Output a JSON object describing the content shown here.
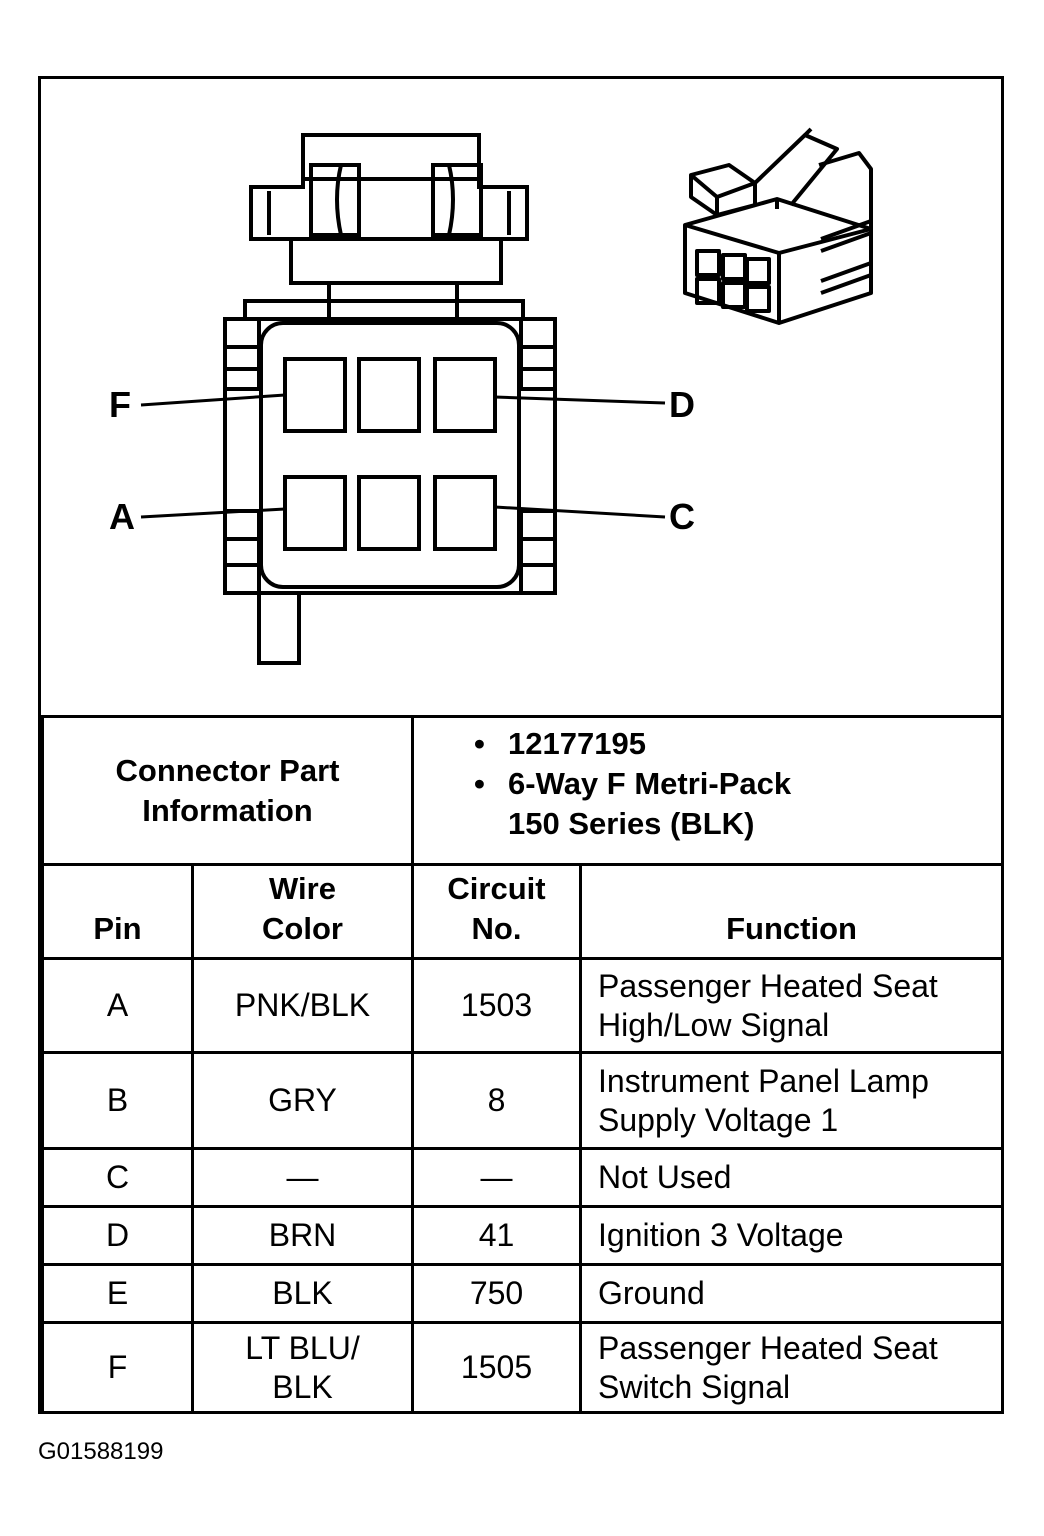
{
  "diagram": {
    "pin_callouts": {
      "F": "F",
      "D": "D",
      "A": "A",
      "C": "C"
    }
  },
  "connector_info": {
    "label_line1": "Connector Part",
    "label_line2": "Information",
    "part_number": "12177195",
    "description_line1": "6-Way F Metri-Pack",
    "description_line2": "150 Series (BLK)"
  },
  "table": {
    "headers": {
      "pin": "Pin",
      "wire_color_line1": "Wire",
      "wire_color_line2": "Color",
      "circuit_line1": "Circuit",
      "circuit_line2": "No.",
      "function": "Function"
    },
    "rows": [
      {
        "pin": "A",
        "wire_color_line1": "PNK/BLK",
        "wire_color_line2": "",
        "circuit": "1503",
        "function_line1": "Passenger Heated Seat",
        "function_line2": "High/Low Signal"
      },
      {
        "pin": "B",
        "wire_color_line1": "GRY",
        "wire_color_line2": "",
        "circuit": "8",
        "function_line1": "Instrument Panel Lamp",
        "function_line2": "Supply Voltage 1"
      },
      {
        "pin": "C",
        "wire_color_line1": "—",
        "wire_color_line2": "",
        "circuit": "—",
        "function_line1": "Not Used",
        "function_line2": ""
      },
      {
        "pin": "D",
        "wire_color_line1": "BRN",
        "wire_color_line2": "",
        "circuit": "41",
        "function_line1": "Ignition 3 Voltage",
        "function_line2": ""
      },
      {
        "pin": "E",
        "wire_color_line1": "BLK",
        "wire_color_line2": "",
        "circuit": "750",
        "function_line1": "Ground",
        "function_line2": ""
      },
      {
        "pin": "F",
        "wire_color_line1": "LT BLU/",
        "wire_color_line2": "BLK",
        "circuit": "1505",
        "function_line1": "Passenger Heated Seat",
        "function_line2": "Switch Signal"
      }
    ]
  },
  "footer": {
    "figure_code": "G01588199"
  }
}
